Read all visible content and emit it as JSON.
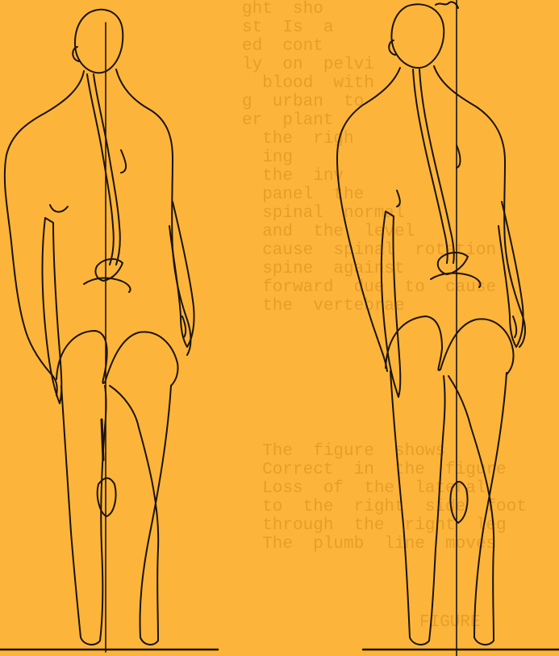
{
  "figure": {
    "description_panels": [
      "left-figure",
      "right-figure"
    ],
    "colors": {
      "background": "#fcb53a",
      "ink": "#1a1208",
      "bleed_text": "#d88a1e"
    }
  },
  "bleed_through": {
    "top_block": [
      "ght  sho",
      "st  Is  a",
      "ed  cont",
      "ly  on  pelvi",
      "  blood  with",
      "g  urban  to",
      "er  plant",
      "  the  righ",
      "  ing",
      "  the  inv",
      "  panel  the",
      "  spinal  normal",
      "  and  the  level",
      "  cause  spinal  rotation",
      "  spine  against",
      "  forward  due  to  cause",
      "  the  vertebrae"
    ],
    "bottom_block": [
      "  The  figure  shows",
      "  Correct  in  the  figure",
      "  Loss  of  the  lateral",
      "  to  the  right  side  foot",
      "  through  the  right  leg",
      "  The  plumb  line  moves"
    ],
    "footer_fragment": "FIGURE"
  }
}
